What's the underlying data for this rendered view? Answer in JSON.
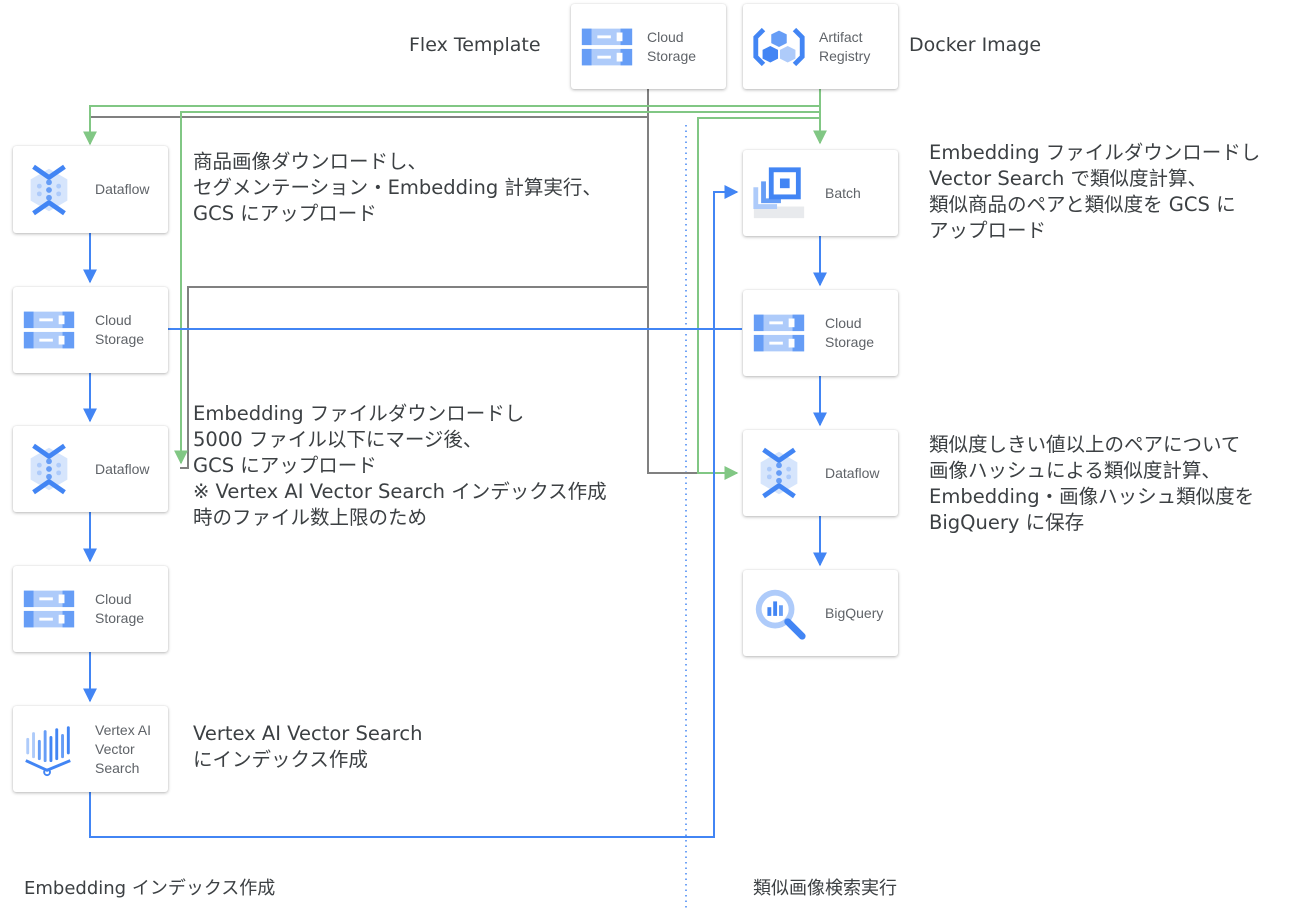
{
  "top": {
    "flex_template_label": "Flex Template",
    "docker_image_label": "Docker Image",
    "cloud_storage": {
      "label": "Cloud\nStorage",
      "icon": "cloud-storage-icon"
    },
    "artifact_registry": {
      "label": "Artifact\nRegistry",
      "icon": "artifact-registry-icon"
    }
  },
  "left": {
    "dataflow_1": {
      "label": "Dataflow",
      "icon": "dataflow-icon"
    },
    "storage_1": {
      "label": "Cloud\nStorage",
      "icon": "cloud-storage-icon"
    },
    "dataflow_2": {
      "label": "Dataflow",
      "icon": "dataflow-icon"
    },
    "storage_2": {
      "label": "Cloud\nStorage",
      "icon": "cloud-storage-icon"
    },
    "vector_search": {
      "label": "Vertex AI\nVector\nSearch",
      "icon": "vertex-ai-vector-search-icon"
    },
    "note_1": "商品画像ダウンロードし、\nセグメンテーション・Embedding 計算実行、\nGCS にアップロード",
    "note_2": "Embedding ファイルダウンロードし\n5000 ファイル以下にマージ後、\nGCS にアップロード\n※ Vertex AI Vector Search インデックス作成\n時のファイル数上限のため",
    "note_3": "Vertex AI Vector Search\nにインデックス作成",
    "section_title": "Embedding インデックス作成"
  },
  "right": {
    "batch": {
      "label": "Batch",
      "icon": "batch-icon"
    },
    "storage": {
      "label": "Cloud\nStorage",
      "icon": "cloud-storage-icon"
    },
    "dataflow": {
      "label": "Dataflow",
      "icon": "dataflow-icon"
    },
    "bigquery": {
      "label": "BigQuery",
      "icon": "bigquery-icon"
    },
    "note_1": "Embedding ファイルダウンロードし\nVector Search で類似度計算、\n類似商品のペアと類似度を GCS に\nアップロード",
    "note_2": "類似度しきい値以上のペアについて\n画像ハッシュによる類似度計算、\nEmbedding・画像ハッシュ類似度を\nBigQuery に保存",
    "section_title": "類似画像検索実行"
  },
  "colors": {
    "blue_flow": "#4285f4",
    "green_flow": "#81c784",
    "gray_flow": "#808080",
    "divider": "#4285f4",
    "icon_blue_light": "#aecbfa",
    "icon_blue": "#669df6",
    "icon_blue_dark": "#4285f4"
  }
}
